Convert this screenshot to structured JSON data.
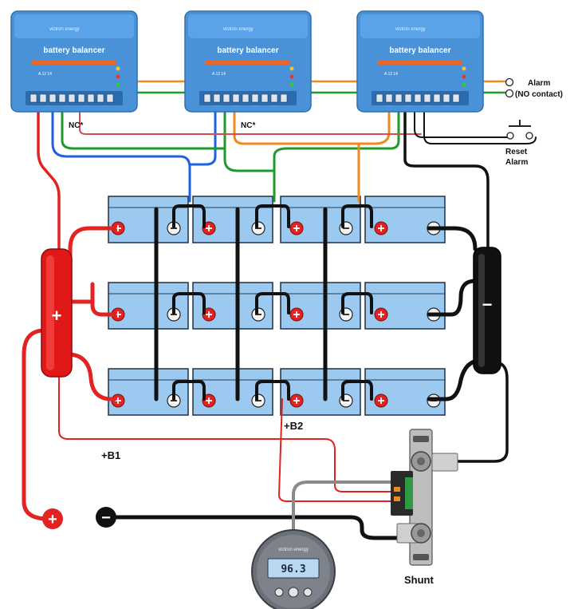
{
  "colors": {
    "balancer_body": "#4a92d8",
    "balancer_dark": "#2f6fae",
    "balancer_band": "#e8672c",
    "battery_fill": "#9cc9f0",
    "battery_stroke": "#2a3c50",
    "red_wire": "#e32222",
    "black_wire": "#111111",
    "blue_wire": "#1f5fe0",
    "green_wire": "#1f9a2c",
    "orange_wire": "#f08a1c",
    "pink_wire": "#d24f4f",
    "grey_wire": "#8a8a8a",
    "terminal_pos": "#e32222",
    "shunt_metal": "#b9b9b9"
  },
  "balancers": [
    {
      "brand": "victron energy",
      "title": "battery balancer",
      "model": "A 12 14"
    },
    {
      "brand": "victron energy",
      "title": "battery balancer",
      "model": "A 12 14"
    },
    {
      "brand": "victron energy",
      "title": "battery balancer",
      "model": "A 12 14"
    }
  ],
  "labels": {
    "alarm": "Alarm",
    "alarm_contact": "(NO contact)",
    "reset_line1": "Reset",
    "reset_line2": "Alarm",
    "nc_1": "NC*",
    "nc_2": "NC*",
    "b1": "+B1",
    "b2": "+B2",
    "shunt": "Shunt"
  },
  "busbars": {
    "positive_sign": "+",
    "negative_sign": "−"
  },
  "terminals": {
    "positive_sign": "+",
    "negative_sign": "−"
  },
  "monitor": {
    "brand": "victron energy",
    "reading": "96.3"
  },
  "battery_grid": {
    "rows": 3,
    "cols": 4
  }
}
